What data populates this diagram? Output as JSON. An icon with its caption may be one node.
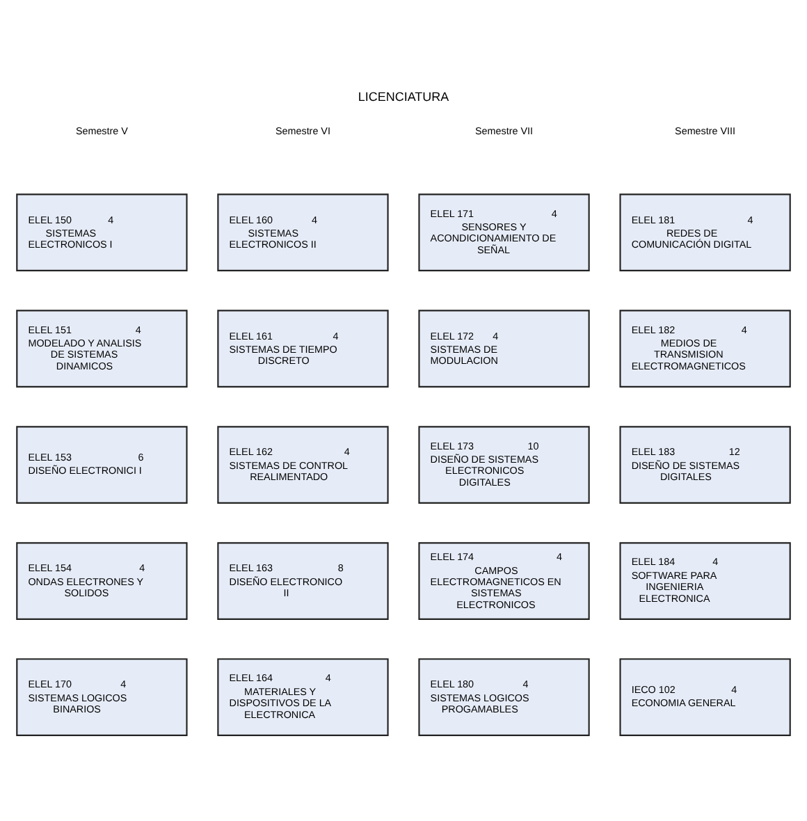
{
  "diagram": {
    "title": "LICENCIATURA",
    "nodes": [
      {
        "text": [
          "ELEL 150",
          "4",
          "SISTEMAS ELECTRONICOS I"
        ]
      },
      {
        "text": [
          "ELEL 160",
          "4",
          "SISTEMAS ELECTRONICOS II"
        ]
      },
      {
        "text": [
          "ELEL 171",
          "4",
          "SENSORES Y ACONDICIONAMIENTO DE SEÑAL"
        ]
      },
      {
        "text": [
          "ELEL 181",
          "4",
          "REDES DE COMUNICACIÓN DIGITAL"
        ]
      },
      {
        "text": [
          "ELEL 151",
          "4",
          "MODELADO Y ANALISIS DE SISTEMAS DINAMICOS"
        ]
      },
      {
        "text": [
          "ELEL 161",
          "4",
          "SISTEMAS DE TIEMPO DISCRETO"
        ]
      },
      {
        "text": [
          "ELEL 172",
          "4",
          "SISTEMAS DE MODULACION"
        ]
      },
      {
        "text": [
          "ELEL 182",
          "4",
          "MEDIOS DE TRANSMISION ELECTROMAGNETICOS"
        ]
      },
      {
        "text": [
          "ELEL 153",
          "6",
          "DISEÑO ELECTRONICI I"
        ]
      },
      {
        "text": [
          "ELEL 162",
          "4",
          "SISTEMAS DE CONTROL REALIMENTADO"
        ]
      },
      {
        "text": [
          "ELEL 173",
          "10",
          "DISEÑO DE SISTEMAS ELECTRONICOS DIGITALES"
        ]
      },
      {
        "text": [
          "ELEL 183",
          "12",
          "DISEÑO DE SISTEMAS DIGITALES"
        ]
      },
      {
        "text": [
          "ELEL 154",
          "4",
          "ONDAS ELECTRONES Y SOLIDOS"
        ]
      },
      {
        "text": [
          "ELEL 163",
          "8",
          "DISEÑO ELECTRONICO II"
        ]
      },
      {
        "text": [
          "ELEL 174",
          "4",
          "CAMPOS ELECTROMAGNETICOS EN SISTEMAS ELECTRONICOS"
        ]
      },
      {
        "text": [
          "ELEL 184",
          "4",
          "SOFTWARE PARA INGENIERIA ELECTRONICA"
        ]
      },
      {
        "text": [
          "ELEL 170",
          "4",
          "SISTEMAS LOGICOS BINARIOS"
        ]
      },
      {
        "text": [
          "ELEL 164",
          "4",
          "MATERIALES Y DISPOSITIVOS DE LA ELECTRONICA"
        ]
      },
      {
        "text": [
          "ELEL 180",
          "4",
          "SISTEMAS LOGICOS PROGAMABLES"
        ]
      },
      {
        "text": [
          "IECO 102",
          "4",
          "ECONOMIA GENERAL"
        ]
      }
    ],
    "edges": [],
    "labels": [
      "Semestre V",
      "Semestre VI",
      "Semestre VII",
      "Semestre VIII"
    ]
  }
}
